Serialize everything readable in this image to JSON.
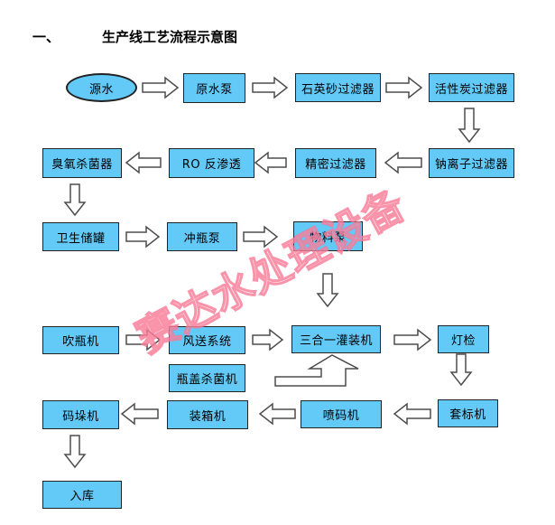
{
  "title": {
    "numbering": "一、",
    "text": "生产线工艺流程示意图"
  },
  "watermark": {
    "text": "赛达水处理设备",
    "color": "#F87492"
  },
  "colors": {
    "box_fill": "#63C9F7",
    "box_border": "#222222",
    "arrow_fill": "#FFFFFF",
    "arrow_outline": "#4D4D4D",
    "text": "#000000",
    "background": "#FFFFFF"
  },
  "nodes": {
    "source_water": "源水",
    "raw_water_pump": "原水泵",
    "quartz_sand_filter": "石英砂过滤器",
    "activated_carbon_filter": "活性炭过滤器",
    "sodium_ion_filter": "钠离子过滤器",
    "precision_filter": "精密过滤器",
    "ro_reverse_osmosis": "RO 反渗透",
    "ozone_sterilizer": "臭氧杀菌器",
    "sanitary_storage_tank": "卫生储罐",
    "bottle_rinsing_pump": "冲瓶泵",
    "material_pump": "物料泵",
    "bottle_blowing_machine": "吹瓶机",
    "air_conveying_system": "风送系统",
    "cap_sterilizing_machine": "瓶盖杀菌机",
    "three_in_one_filling_machine": "三合一灌装机",
    "light_inspection": "灯检",
    "sleeve_labeling_machine": "套标机",
    "inkjet_coding_machine": "喷码机",
    "case_packing_machine": "装箱机",
    "palletizing_machine": "码垛机",
    "warehousing": "入库"
  }
}
